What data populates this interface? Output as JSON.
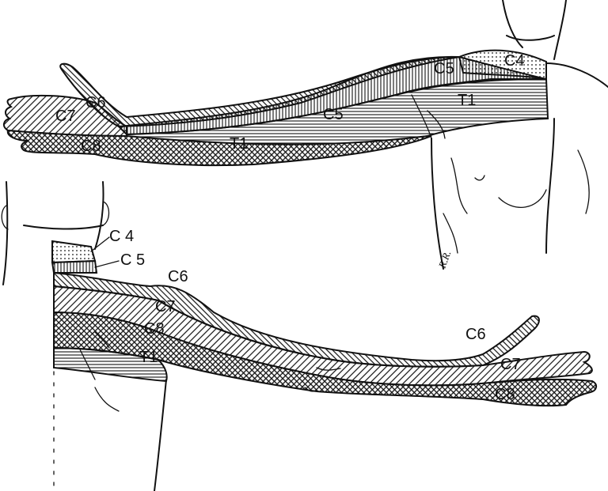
{
  "figure": {
    "top_view_labels": {
      "c4": "C4",
      "c5_upper": "C5",
      "c5_forearm": "C5",
      "c6": "C6",
      "c7": "C7",
      "c8": "C8",
      "t1_upper": "T1",
      "t1_forearm": "T1"
    },
    "bottom_view_labels": {
      "c4": "C 4",
      "c5": "C 5",
      "c6_shoulder": "C6",
      "c7_shoulder": "C7",
      "c8_shoulder": "C8",
      "t1": "T1",
      "c6_hand": "C6",
      "c7_hand": "C7",
      "c8_hand": "C8"
    },
    "signature": "R.R.",
    "patterns": {
      "C4": "dots",
      "C5": "vertical-lines",
      "C6": "diagonal-lines",
      "C7": "diagonal-lines",
      "C8": "crosshatch",
      "T1": "horizontal-lines"
    },
    "ink_color": "#111111"
  }
}
